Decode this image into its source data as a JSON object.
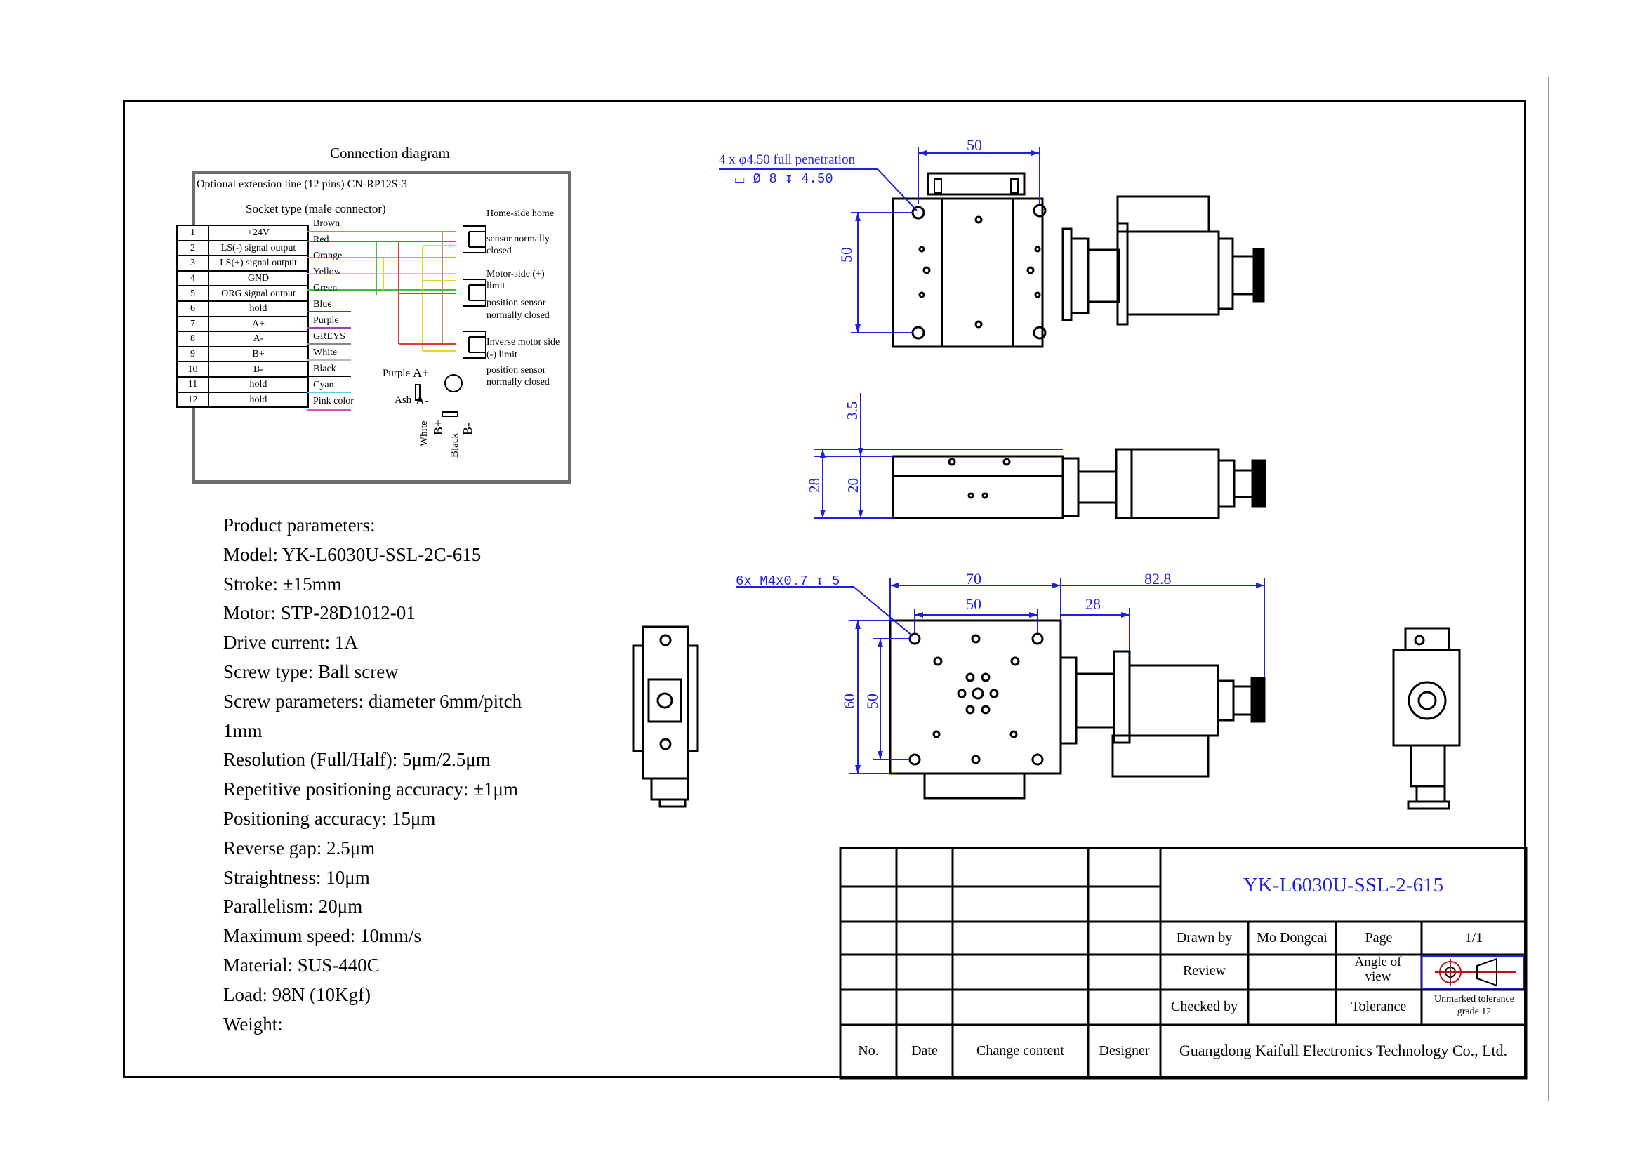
{
  "connection_diagram": {
    "title": "Connection diagram",
    "extension_line": "Optional extension line (12 pins) CN-RP12S-3",
    "socket_type": "Socket type (male connector)",
    "pins": [
      {
        "no": "1",
        "function": "+24V",
        "wire": "Brown"
      },
      {
        "no": "2",
        "function": "LS(-) signal output",
        "wire": "Red"
      },
      {
        "no": "3",
        "function": "LS(+) signal output",
        "wire": "Orange"
      },
      {
        "no": "4",
        "function": "GND",
        "wire": "Yellow"
      },
      {
        "no": "5",
        "function": "ORG signal output",
        "wire": "Green"
      },
      {
        "no": "6",
        "function": "hold",
        "wire": "Blue"
      },
      {
        "no": "7",
        "function": "A+",
        "wire": "Purple"
      },
      {
        "no": "8",
        "function": "A-",
        "wire": "GREYS"
      },
      {
        "no": "9",
        "function": "B+",
        "wire": "White"
      },
      {
        "no": "10",
        "function": "B-",
        "wire": "Black"
      },
      {
        "no": "11",
        "function": "hold",
        "wire": "Cyan"
      },
      {
        "no": "12",
        "function": "hold",
        "wire": "Pink color"
      }
    ],
    "sensors": {
      "home_1": "Home-side home",
      "home_2": "sensor normally",
      "home_3": "closed",
      "motor_1": "Motor-side (+)",
      "motor_2": "limit",
      "motor_3": "position sensor",
      "motor_4": "normally closed",
      "inverse_1": "Inverse motor side",
      "inverse_2": "(-) limit",
      "inverse_3": "position sensor",
      "inverse_4": "normally closed"
    },
    "motor_labels": {
      "purple": "Purple",
      "a_plus": "A+",
      "ash": "Ash",
      "a_minus": "A-",
      "white": "White",
      "b_plus": "B+",
      "black": "Black",
      "b_minus": "B-"
    }
  },
  "product_parameters": {
    "header": "Product parameters:",
    "lines": [
      "Model: YK-L6030U-SSL-2C-615",
      "Stroke: ±15mm",
      "Motor: STP-28D1012-01",
      "Drive current: 1A",
      "Screw type: Ball screw",
      "Screw parameters: diameter 6mm/pitch",
      "1mm",
      "Resolution (Full/Half): 5μm/2.5μm",
      "Repetitive positioning accuracy: ±1μm",
      "Positioning accuracy: 15μm",
      "Reverse gap: 2.5μm",
      "Straightness: 10μm",
      "Parallelism: 20μm",
      "Maximum speed: 10mm/s",
      "Material: SUS-440C",
      "Load: 98N (10Kgf)",
      "Weight:"
    ]
  },
  "dimensions": {
    "top_view": {
      "width": "50",
      "height": "50",
      "hole_note": "4 x φ4.50 full penetration",
      "hole_detail": "⌴ Ø 8 ↧ 4.50"
    },
    "side_view": {
      "top": "3.5",
      "overall": "28",
      "body": "20"
    },
    "bottom_view": {
      "thread_note": "6x M4x0.7 ↧ 5",
      "width_outer": "70",
      "width_inner": "50",
      "motor_length": "82.8",
      "motor_offset": "28",
      "height_outer": "60",
      "height_inner": "50"
    }
  },
  "title_block": {
    "part_number": "YK-L6030U-SSL-2-615",
    "drawn_by_label": "Drawn by",
    "drawn_by": "Mo Dongcai",
    "page_label": "Page",
    "page": "1/1",
    "review_label": "Review",
    "angle_label": "Angle of view",
    "checked_label": "Checked by",
    "tolerance_label": "Tolerance",
    "tolerance_value": "Unmarked tolerance grade 12",
    "col_no": "No.",
    "col_date": "Date",
    "col_change": "Change content",
    "col_designer": "Designer",
    "company": "Guangdong Kaifull Electronics Technology Co., Ltd."
  },
  "colors": {
    "dimension": "#1f1fe0",
    "frame": "#000000",
    "box_border": "#6d6d6d"
  }
}
